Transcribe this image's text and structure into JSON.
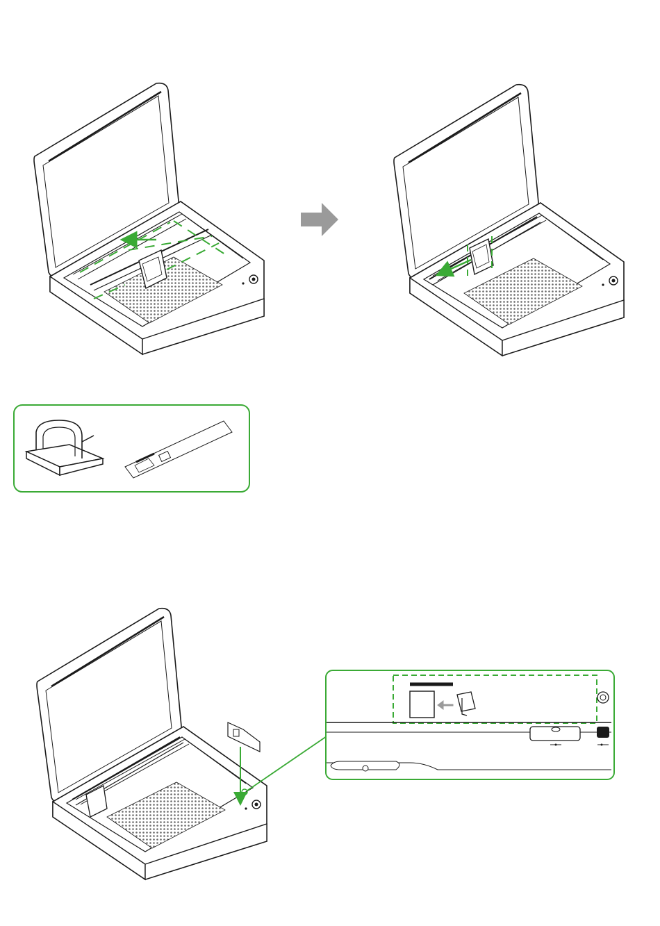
{
  "colors": {
    "line": "#1a1a1a",
    "accent": "#3aaa35",
    "arrow": "#9a9a9a",
    "honeycomb": "#6a6a6a",
    "background": "#ffffff"
  },
  "figures": [
    {
      "name": "machine-before",
      "shows": "laser-head-moved-back-right"
    },
    {
      "name": "machine-after",
      "shows": "laser-head-moved-front-left"
    },
    {
      "name": "accessory-kit",
      "items": [
        "cable-clip",
        "mounting-sticker"
      ]
    },
    {
      "name": "machine-install",
      "shows": "sticker-placed-inside-right-wall"
    },
    {
      "name": "detail-callout",
      "shows": "sticker-position-near-rear-connectors"
    }
  ],
  "icons": [
    "transition-arrow-icon",
    "cable-clip-icon",
    "sticker-sheet-icon",
    "insert-arrow-icon"
  ]
}
